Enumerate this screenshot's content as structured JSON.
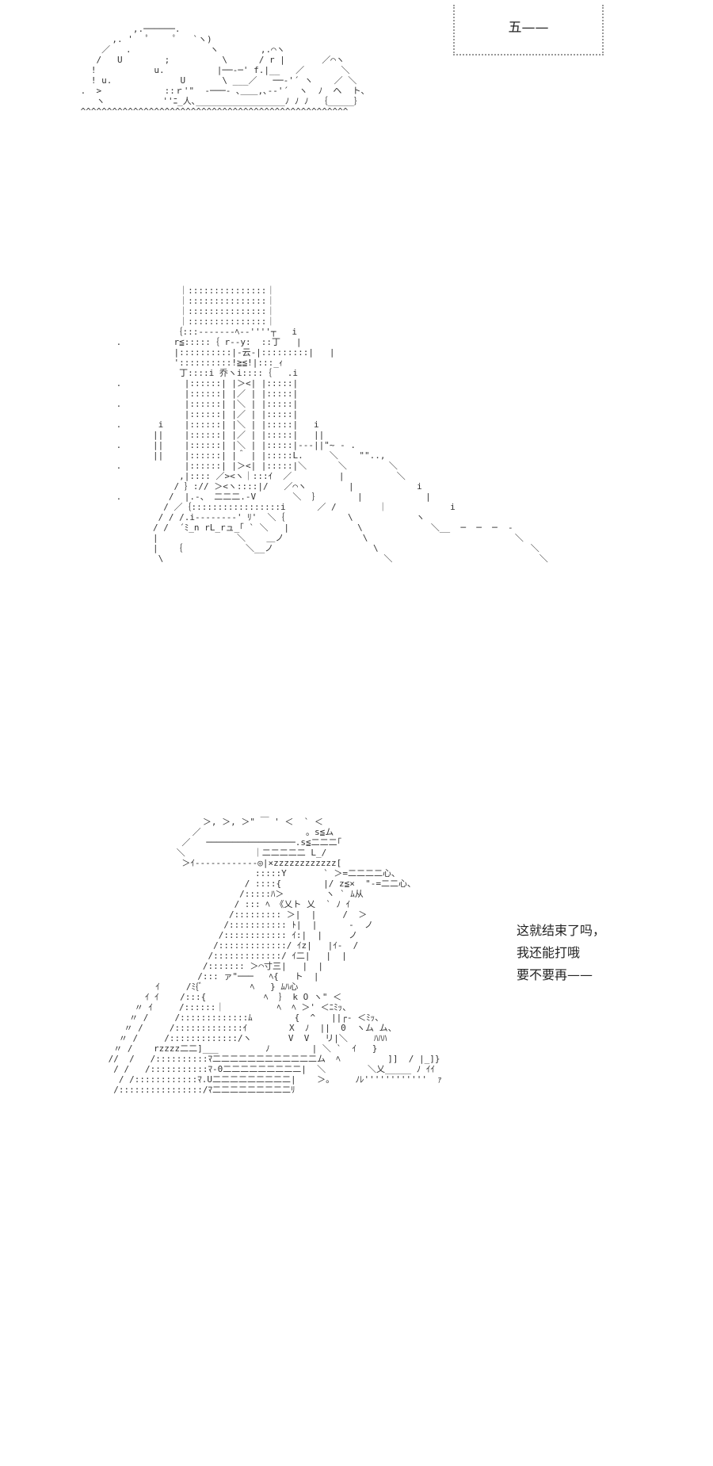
{
  "caption": {
    "text": "五——"
  },
  "dialogue": {
    "lines": [
      "这就结束了吗，",
      "我还能打哦",
      "要不要再——"
    ]
  },
  "art": {
    "scene_1": "           ,.──────.\n       ,. '   ﾟ     ﾟ   `ヽ)\n     ／   .               ヽ        ,.⌒ヽ\n    /   U        ;          \\      / r |       ／⌒ヽ\n   !           u.          |──‐─' f.|__   ／       ＼\n   ! u.             U       \\ ___／   ──‐'´ ヽ    ／ ＼ \n .  >            ::ｒ'\"  ‐───‐ ､＿＿,､-‐'´  ヽ  ﾉ  ヘ  ト、\n    ヽ           ''ﾆ_人､_________________ﾉ ﾉ ﾉ  ｛_____｝\n ^^^^^^^^^^^^^^^^^^^^^^^^^^^^^^^^^^^^^^^^^^^^^^^^^^^",
    "scene_2": "             ｜:::::::::::::::｜\n             ｜:::::::::::::::｜\n             ｜:::::::::::::::｜\n             ｜:::::::::::::::｜\n            ｛:::‐‐‐‐‐‐‐ﾍ‐‐''''┬   i\n .          r≦:::::｛ r‐‐y:  ::丁   |\n            |::::::::::|‐云‐|:::::::::|   |\n            '::::::::::!≧≦!|:::_ｨ\n             丁::::i 乔ヽi::::｛   .i\n .            |::::::| |＞<| |:::::|\n              |::::::| |／ | |:::::|\n .            |::::::| |＼ | |:::::|\n              |::::::| |／ | |:::::|\n .       i    |::::::| |＼ | |:::::|   i\n        ||    |::::::| |／ | |:::::|   ||\n .      ||    |::::::| |＼ | |:::::|‐‐‐||\"~ - .\n        ||    |::::::| |＾ | |:::::L.     ＼    \"\"..,\n .            |::::::| |＞<| |:::::|＼      ＼        ＼\n             ,|:::: ／><ヽ｜:::ｲ  ／         |          ＼\n            / ｝:// ＞<ヽ::::|/   ／⌒ヽ        |            i\n .         /  |.‐、 二二二.‐V       ＼  ｝       |            |\n          / ／｛:::::::::::::::::i      ／ /        ｜            i\n         / / /.i‐‐‐‐‐‐‐‐' ﾘ'  ＼｛            \\            ヽ\n        / /  ´ﾐ_n rL_rュ_｢ ` ＼   |             \\             ＼__  ─  ─  ─  ‐\n        |               ＼    ＿ノ               \\                            ＼\n        |   ｛            ＼__ノ                   \\                             ＼\n         \\                                          ＼                            ＼",
    "scene_3": "                   ＞, ＞, ＞\" ￣ ' ＜  ` ＜\n                 ／                    。s≦ム\n               ／   ─────────────────.s≦二二二｢\n              ＼             ｜二二二二二 L_/\n               ＞ｲ‐‐‐‐‐‐‐‐‐‐‐‐◎|×zzzzzzzzzzzz[\n                             :::::Y       ` ＞=二二二二心、\n                           / ::::{        |/ z≦×  \"‐=二二心、\n                          /:::::ﾊ＞        ヽ ` ﾑ从\n                         / ::: ﾍ 《乂ト 乂  ` ﾉ ｲ\n                        /::::::::: ＞|  |     /  ＞\n                       /::::::::::: ﾄ|  |      -  ノ\n                      /:::::::::::: ｲ:|  |     ノ\n                     /:::::::::::::/ ｲz|   |ｲ‐  /\n                    /:::::::::::::/ ｲ二|   |  |\n                   /::::::: ＞⌒寸三|   |  |\n                  /::: ァ\"───   ﾍ{   ト  |\n          ｲ     /ﾐ{ﾞ         ﾍ   } ﾑﾊ心\n        ｲ ｲ    /:::{           ﾍ  ｝ k O ヽ\" ＜\n      〃 ｲ     /::::::｜          ﾍ  ﾍ ＞' ＜ﾆﾐｯ、\n     〃 /     /:::::::::::::ﾑ        {  ^   ||┌‐ ＜ﾐｯ、\n    〃 /     /:::::::::::::ｲ        X  ﾉ  ||  0  ヽム ム、\n   〃 /     /:::::::::::::/ヽ       V  V   リ|＼     ﾊﾊﾊ\n  〃 /    rzzzz二二]___         ﾉ        | ＼ `  ｲ   }\n //  /   /::::::::::ﾏ二二二二二二二二二二二二ム  ﾍ         ]]  / |_]}\n  / /   /:::::::::::ﾏ‐0二二二二二二二二二|  ＼        ＼乂_____ ﾉ ｲｲ\n   / /::::::::::::ﾏ.U二二二二二二二二二|    ＞。    ﾉﾚ''''''''''''  ｧ\n  /::::::::::::::::/ﾏ二二二二二二二二二ﾘ"
  }
}
